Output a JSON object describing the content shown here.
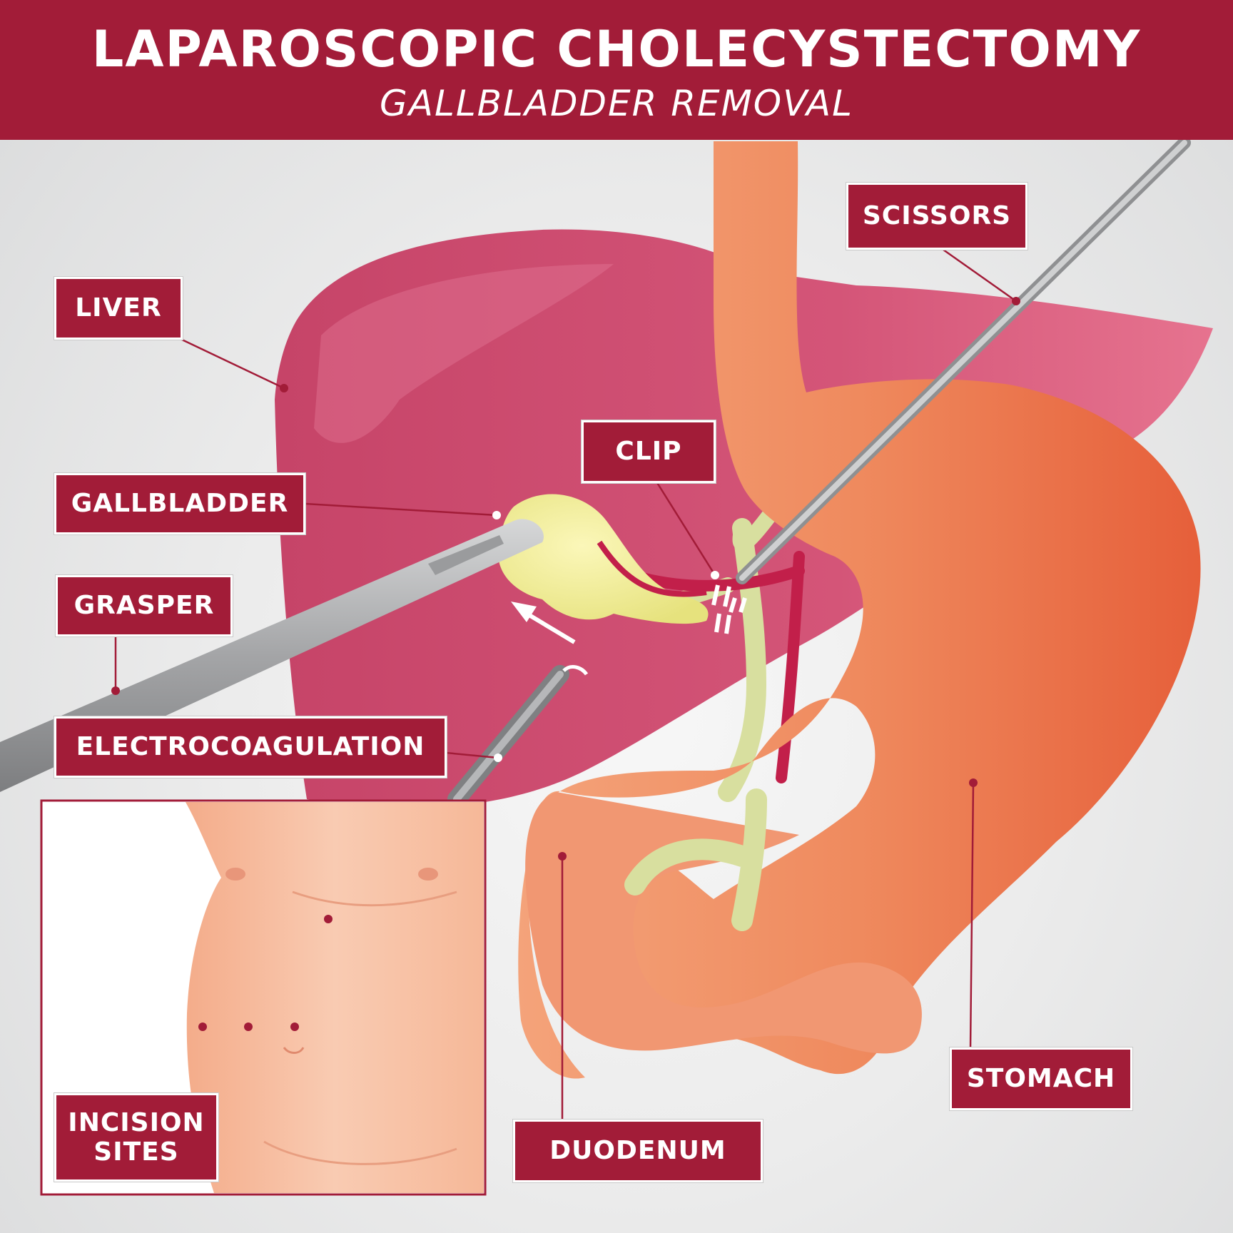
{
  "header": {
    "title": "LAPAROSCOPIC CHOLECYSTECTOMY",
    "subtitle": "GALLBLADDER REMOVAL"
  },
  "labels": {
    "liver": "LIVER",
    "gallbladder": "GALLBLADDER",
    "grasper": "GRASPER",
    "electrocoagulation": "ELECTROCOAGULATION",
    "incision_sites": "INCISION\nSITES",
    "scissors": "SCISSORS",
    "clip": "CLIP",
    "duodenum": "DUODENUM",
    "stomach": "STOMACH"
  },
  "colors": {
    "banner": "#a21c38",
    "liver": "#cc4f6e",
    "stomach": "#ef8a5f",
    "gallbladder": "#f1ec9a",
    "bile_duct": "#d8df9f",
    "artery": "#c21f4a",
    "skin": "#f6b99a",
    "instrument": "#a8a9ab"
  }
}
